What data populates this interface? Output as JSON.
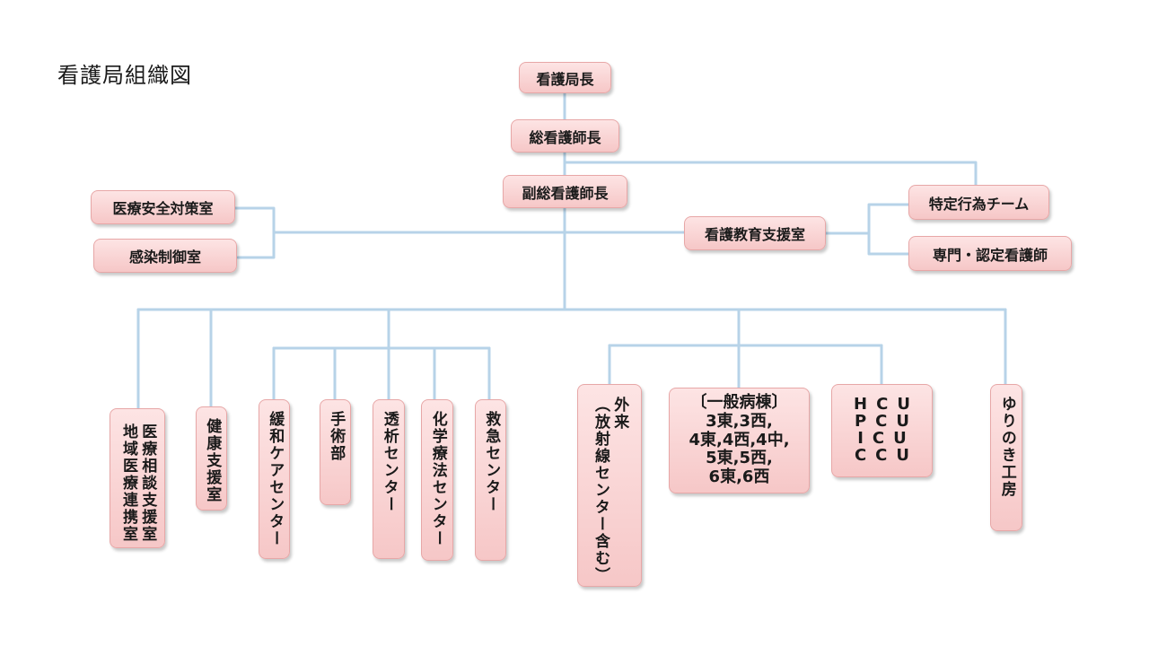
{
  "title": "看護局組織図",
  "nodes": {
    "director": "看護局長",
    "chief": "総看護師長",
    "deputy": "副総看護師長",
    "safety": "医療安全対策室",
    "infection": "感染制御室",
    "education": "看護教育支援室",
    "specific": "特定行為チーム",
    "specialist": "専門・認定看護師",
    "regional": "医療相談支援室\n地域医療連携室",
    "health": "健康支援室",
    "palliative": "緩和ケアセンター",
    "surgery": "手術部",
    "dialysis": "透析センター",
    "chemo": "化学療法センター",
    "emergency": "救急センター",
    "outpatient": "外来\n（放射線センター含む）",
    "wards": [
      "〔一般病棟〕",
      "3東,3西,",
      "4東,4西,4中,",
      "5東,5西,",
      "6東,6西"
    ],
    "icu": [
      "HCU",
      "PCU",
      "ICU",
      "CCU"
    ],
    "yurinoki": "ゆりのき工房"
  }
}
